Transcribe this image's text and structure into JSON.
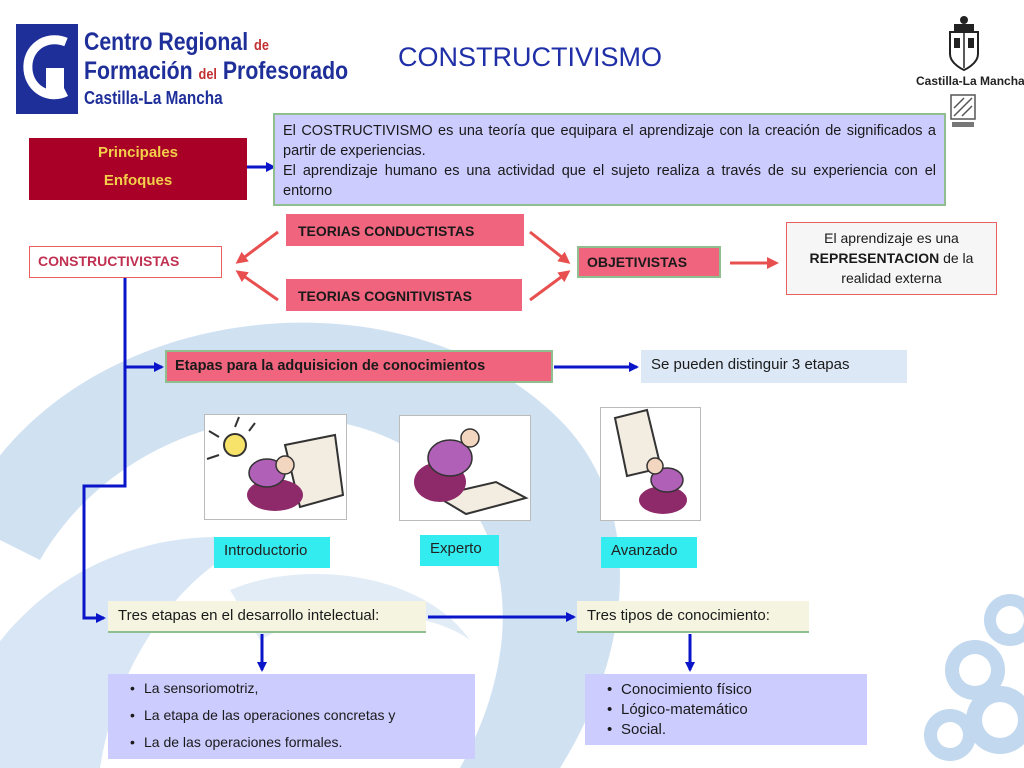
{
  "title": "CONSTRUCTIVISMO",
  "logo": {
    "line1": "Centro Regional",
    "line1_suffix": "de",
    "line2": "Formación",
    "line2_mid": "del",
    "line2_end": "Profesorado",
    "line3": "Castilla-La Mancha"
  },
  "crest": {
    "label": "Castilla-La Mancha"
  },
  "enfoques": {
    "line1": "Principales",
    "line2": "Enfoques"
  },
  "definition": {
    "paragraph1": "El COSTRUCTIVISMO  es una teoría que equipara el aprendizaje con la creación de significados a partir de experiencias.",
    "paragraph2": "El aprendizaje humano es una actividad que el sujeto realiza a través de su experiencia con el entorno"
  },
  "constructivistas": "CONSTRUCTIVISTAS",
  "teorias_conductistas": "TEORIAS CONDUCTISTAS",
  "teorias_cognitivistas": "TEORIAS COGNITIVISTAS",
  "objetivistas": "OBJETIVISTAS",
  "representacion": {
    "pre": "El aprendizaje es una",
    "bold": "REPRESENTACION",
    "post": "de la realidad externa"
  },
  "etapas": "Etapas para la adquisicion de conocimientos",
  "tres_etapas_label": "Se pueden distinguir 3 etapas",
  "stages": [
    "Introductorio",
    "Experto",
    "Avanzado"
  ],
  "desarrollo": "Tres etapas en el desarrollo intelectual:",
  "tipos": "Tres tipos de conocimiento:",
  "desarrollo_items": [
    "La sensoriomotriz,",
    "La etapa de las operaciones concretas y",
    "La de las operaciones formales."
  ],
  "tipos_items": [
    "Conocimiento físico",
    "Lógico-matemático",
    "Social."
  ],
  "colors": {
    "title": "#1f2fa8",
    "enfoques_bg": "#a80026",
    "enfoques_text": "#f4d04a",
    "pink": "#f0647e",
    "lavender": "#ccccff",
    "cyan": "#33ecf0",
    "arrow_blue": "#0a14c8",
    "arrow_red": "#e85050",
    "deco_blue": "#a9c8e8"
  }
}
